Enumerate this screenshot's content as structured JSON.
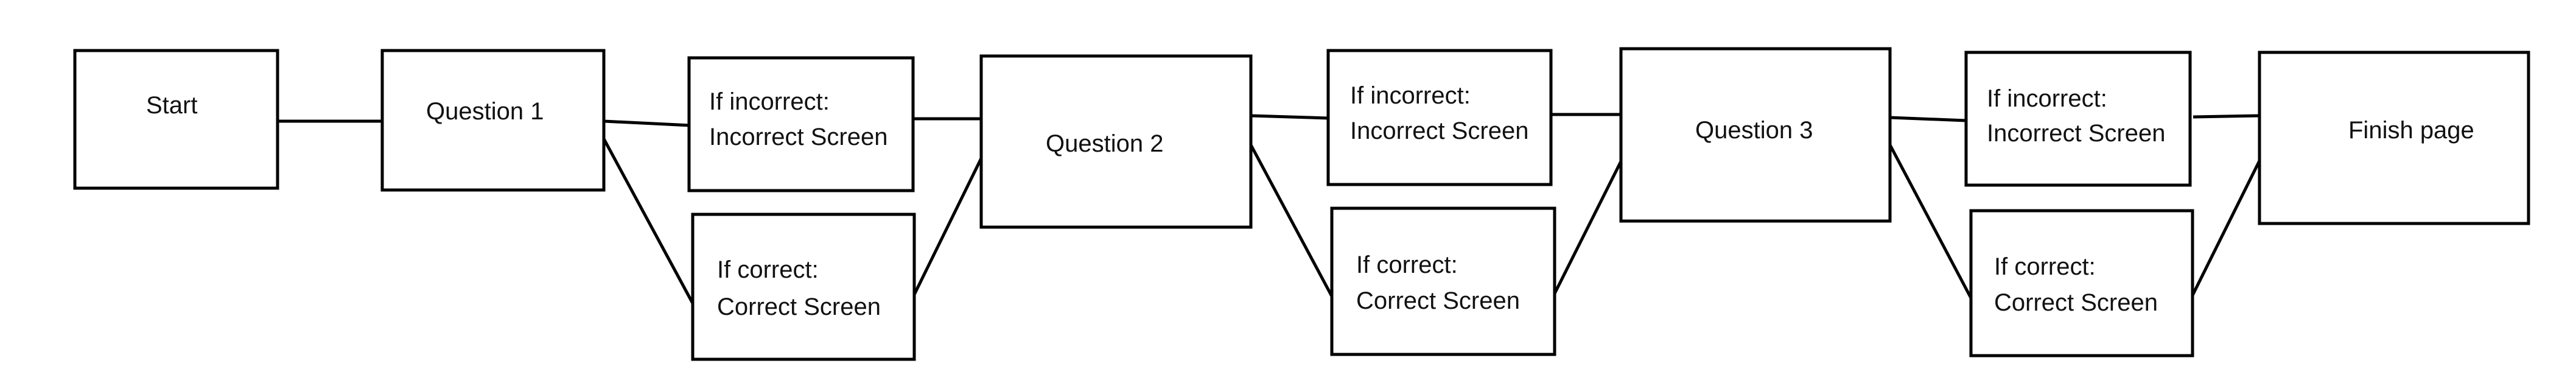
{
  "nodes": {
    "start": {
      "text": "Start"
    },
    "q1": {
      "text": "Question 1"
    },
    "inc1": {
      "line1": "If incorrect:",
      "line2": "Incorrect Screen"
    },
    "cor1": {
      "line1": "If correct:",
      "line2": "Correct Screen"
    },
    "q2": {
      "text": "Question 2"
    },
    "inc2": {
      "line1": "If incorrect:",
      "line2": "Incorrect Screen"
    },
    "cor2": {
      "line1": "If correct:",
      "line2": "Correct Screen"
    },
    "q3": {
      "text": "Question 3"
    },
    "inc3": {
      "line1": "If incorrect:",
      "line2": "Incorrect Screen"
    },
    "cor3": {
      "line1": "If correct:",
      "line2": "Correct Screen"
    },
    "finish": {
      "text": "Finish page"
    }
  },
  "edges": [
    {
      "from": "start",
      "to": "q1"
    },
    {
      "from": "q1",
      "to": "inc1"
    },
    {
      "from": "q1",
      "to": "cor1"
    },
    {
      "from": "inc1",
      "to": "q2"
    },
    {
      "from": "cor1",
      "to": "q2"
    },
    {
      "from": "q2",
      "to": "inc2"
    },
    {
      "from": "q2",
      "to": "cor2"
    },
    {
      "from": "inc2",
      "to": "q3"
    },
    {
      "from": "cor2",
      "to": "q3"
    },
    {
      "from": "q3",
      "to": "inc3"
    },
    {
      "from": "q3",
      "to": "cor3"
    },
    {
      "from": "inc3",
      "to": "finish"
    },
    {
      "from": "cor3",
      "to": "finish"
    }
  ]
}
